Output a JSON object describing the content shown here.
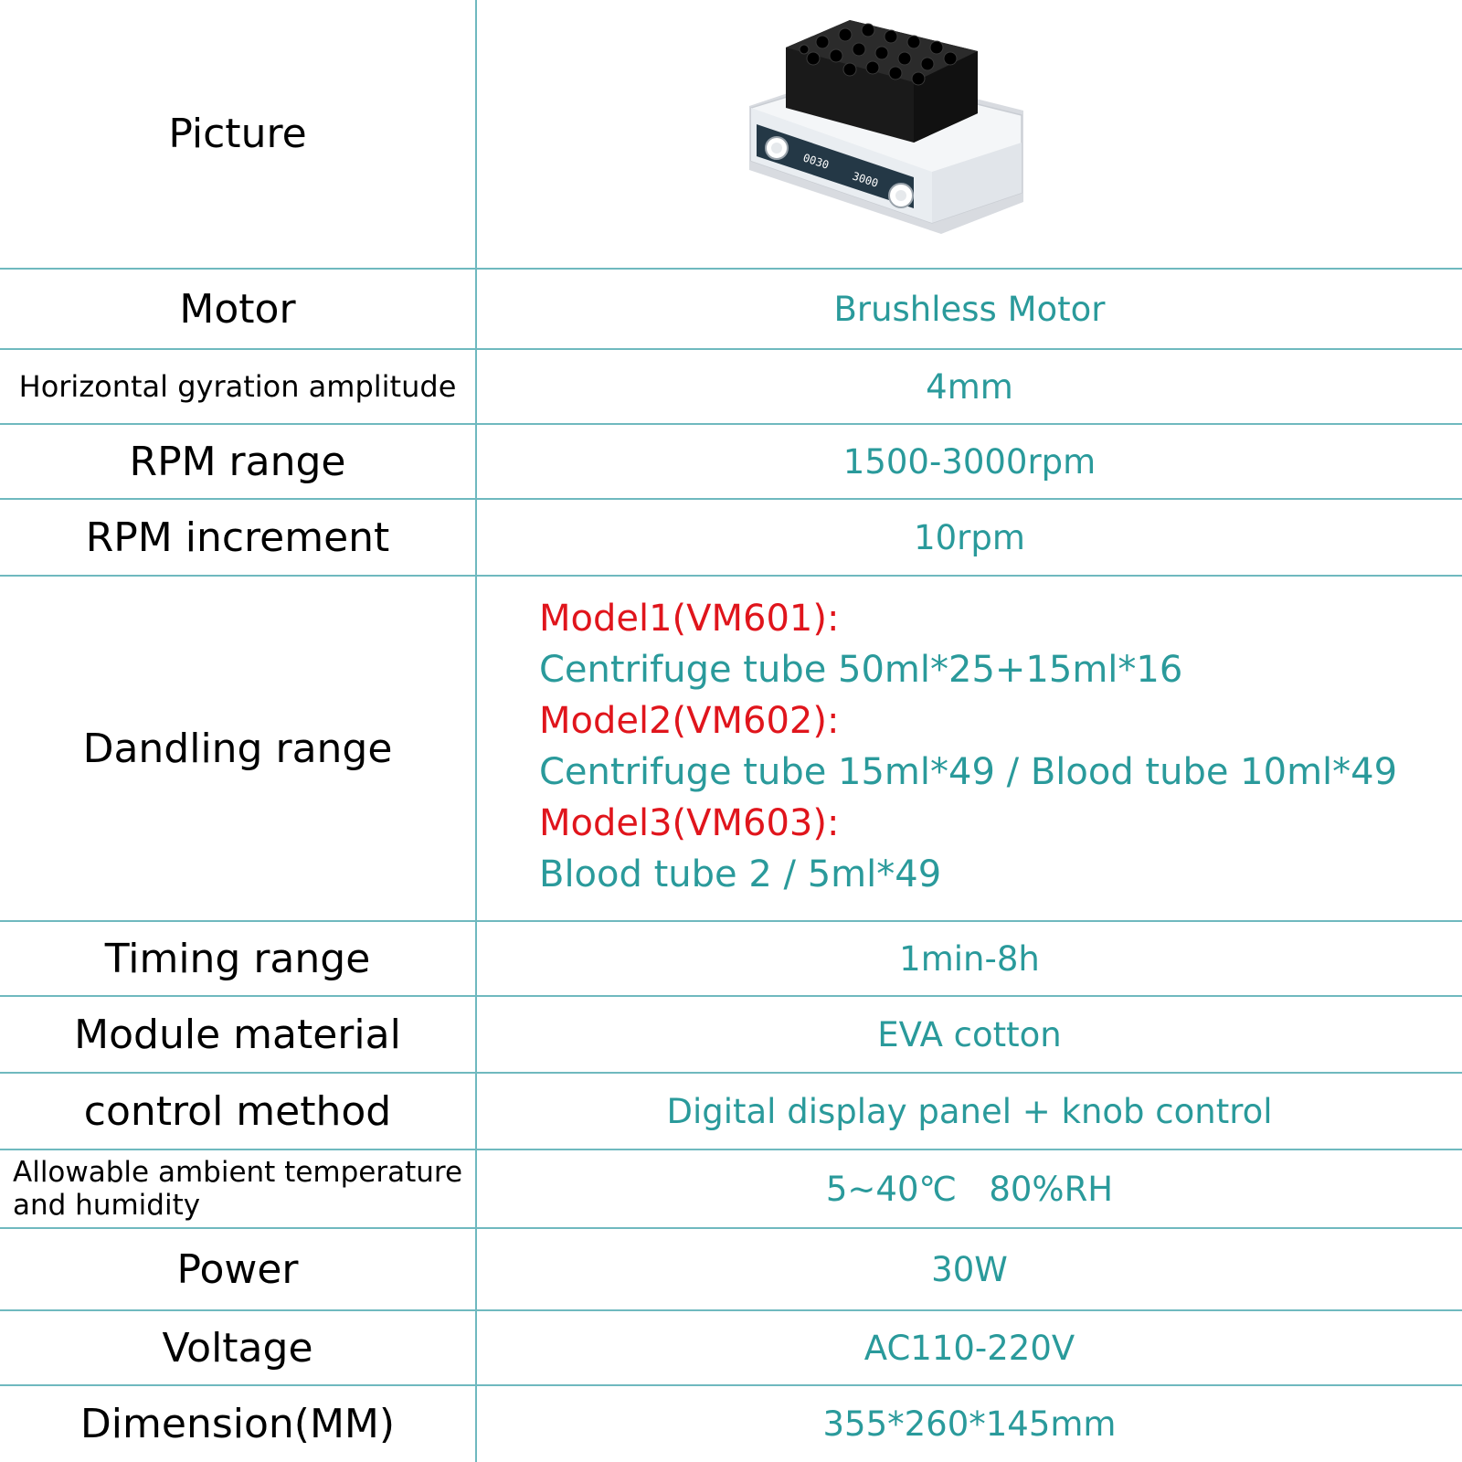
{
  "rows": [
    {
      "label": "Picture",
      "value": ""
    },
    {
      "label": "Motor",
      "value": "Brushless Motor"
    },
    {
      "label": "Horizontal gyration amplitude",
      "value": "4mm"
    },
    {
      "label": "RPM range",
      "value": "1500-3000rpm"
    },
    {
      "label": "RPM increment",
      "value": "10rpm"
    },
    {
      "label": "Dandling range",
      "lines": [
        {
          "text": "Model1(VM601):",
          "color": "#e0151c"
        },
        {
          "text": "Centrifuge tube 50ml*25+15ml*16",
          "color": "#2a9a9b"
        },
        {
          "text": "Model2(VM602):",
          "color": "#e0151c"
        },
        {
          "text": "Centrifuge tube 15ml*49 / Blood tube 10ml*49",
          "color": "#2a9a9b"
        },
        {
          "text": "Model3(VM603):",
          "color": "#e0151c"
        },
        {
          "text": "Blood tube 2 / 5ml*49",
          "color": "#2a9a9b"
        }
      ]
    },
    {
      "label": "Timing range",
      "value": "1min-8h"
    },
    {
      "label": "Module material",
      "value": "EVA cotton"
    },
    {
      "label": "control method",
      "value": "Digital display panel + knob control"
    },
    {
      "label_lines": [
        "Allowable ambient temperature",
        "and humidity"
      ],
      "value": "5~40℃   80%RH"
    },
    {
      "label": "Power",
      "value": "30W"
    },
    {
      "label": "Voltage",
      "value": "AC110-220V"
    },
    {
      "label": "Dimension(MM)",
      "value": "355*260*145mm"
    }
  ],
  "product_display": {
    "left_readout": "0030",
    "right_readout": "3000"
  },
  "colors": {
    "border": "#6fb9bf",
    "value_text": "#2a9a9b",
    "model_text": "#e0151c"
  }
}
